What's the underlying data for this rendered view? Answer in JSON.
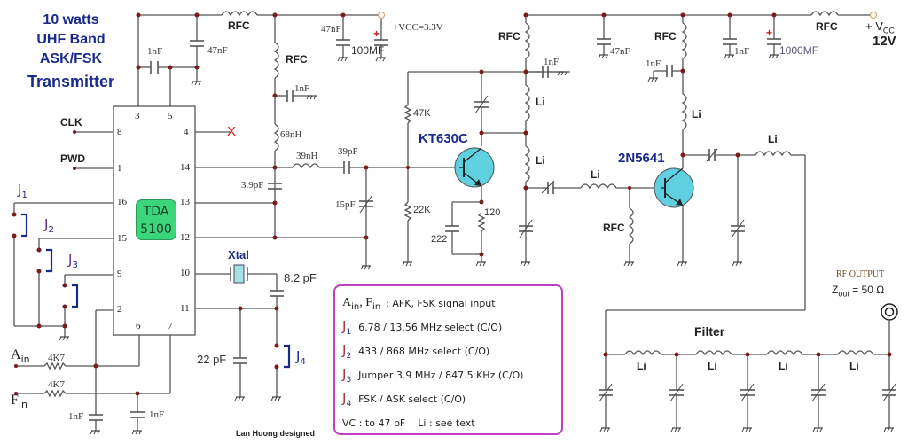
{
  "title": {
    "line1": "10 watts",
    "line2": "UHF Band",
    "line3": "ASK/FSK",
    "line4": "Transmitter"
  },
  "ic": {
    "name_line1": "TDA",
    "name_line2": "5100",
    "pins": {
      "p3": "3",
      "p5": "5",
      "p8": "8",
      "p1": "1",
      "p16": "16",
      "p15": "15",
      "p9": "9",
      "p2": "2",
      "p4": "4",
      "p14": "14",
      "p13": "13",
      "p12": "12",
      "p10": "10",
      "p11": "11",
      "p6": "6",
      "p7": "7"
    },
    "inputs": {
      "clk": "CLK",
      "pwd": "PWD",
      "pin4_mark": "X"
    }
  },
  "jumpers": {
    "j1": "J",
    "j1_sub": "1",
    "j2": "J",
    "j2_sub": "2",
    "j3": "J",
    "j3_sub": "3",
    "j4": "J",
    "j4_sub": "4"
  },
  "inputs": {
    "ain": "A",
    "ain_sub": "in",
    "fin": "F",
    "fin_sub": "in",
    "r_ain": "4K7",
    "r_fin": "4K7",
    "c_ain": "1nF",
    "c_fin": "1nF"
  },
  "components": {
    "c_top_1nF": "1nF",
    "c_top_47nF": "47nF",
    "rfc1": "RFC",
    "rfc2": "RFC",
    "c_rfc_1nF": "1nF",
    "l_68nH": "68nH",
    "l_39nH": "39nH",
    "c_39pF": "39pF",
    "c_3_9pF": "3.9pF",
    "vc_15pF": "15pF",
    "c_vcc_47nF": "47nF",
    "c_100MF": "100MF",
    "vcc_low": "+VCC=3.3V",
    "xtal": "Xtal",
    "c_8_2pF": "8.2 pF",
    "c_22pF": "22 pF",
    "r_47K": "47K",
    "r_22K": "22K",
    "r_120": "120",
    "c_222": "222",
    "q1": "KT630C",
    "rfc3": "RFC",
    "c_q1_1nF": "1nF",
    "li1": "Li",
    "li2": "Li",
    "li3": "Li",
    "c_47nF_2": "47nF",
    "rfc4": "RFC",
    "c_q2_1nF": "1nF",
    "li4": "Li",
    "c_1nF_3": "1nF",
    "c_1000MF": "1000MF",
    "rfc5": "RFC",
    "vcc_high": "+ V",
    "vcc_high_sub": "CC",
    "vcc_high_value": "12V",
    "rfc6": "RFC",
    "q2": "2N5641",
    "li5": "Li"
  },
  "output": {
    "label": "RF OUTPUT",
    "zout": "Z",
    "zout_sub": "out",
    "zout_value": "= 50 Ω",
    "filter_label": "Filter",
    "filter_inductors": [
      "Li",
      "Li",
      "Li",
      "Li"
    ]
  },
  "legend": {
    "row0_a": "A",
    "row0_a_sub": "in",
    "row0_sep": ",",
    "row0_f": "F",
    "row0_f_sub": "in",
    "row0_text": ":  AFK, FSK signal input",
    "rows": [
      {
        "j": "J",
        "sub": "1",
        "text": "6.78 / 13.56 MHz select (C/O)"
      },
      {
        "j": "J",
        "sub": "2",
        "text": "433 / 868 MHz select (C/O)"
      },
      {
        "j": "J",
        "sub": "3",
        "text": "Jumper 3.9 MHz / 847.5 KHz (C/O)"
      },
      {
        "j": "J",
        "sub": "4",
        "text": "FSK / ASK select (C/O)"
      }
    ],
    "footer": "VC : to 47 pF    Li : see text"
  },
  "credit": "Lan Huong designed",
  "colors": {
    "wire": "#555555",
    "node": "#7a1a1a",
    "title": "#1a2a8c",
    "ic_fill": "#3bd67a",
    "transistor_fill": "#5fd0e0",
    "legend_border": "#c040c0",
    "jumper": "#1a2a8c",
    "polarity": "#c02020"
  }
}
